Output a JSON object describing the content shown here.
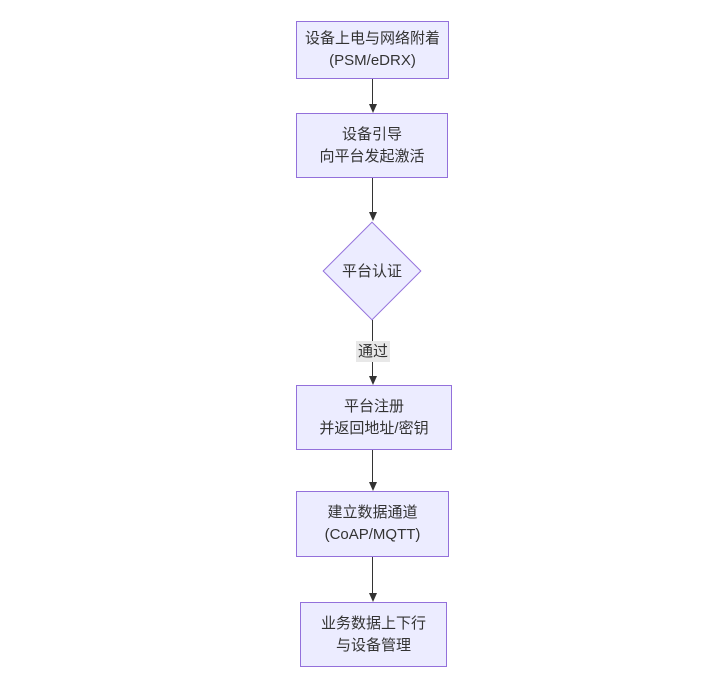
{
  "diagram": {
    "type": "flowchart",
    "direction": "top-down",
    "nodes": [
      {
        "shape": "rect",
        "lines": [
          "设备上电与网络附着",
          "(PSM/eDRX)"
        ]
      },
      {
        "shape": "rect",
        "lines": [
          "设备引导",
          "向平台发起激活"
        ]
      },
      {
        "shape": "diamond",
        "label": "平台认证"
      },
      {
        "shape": "rect",
        "lines": [
          "平台注册",
          "并返回地址/密钥"
        ]
      },
      {
        "shape": "rect",
        "lines": [
          "建立数据通道",
          "(CoAP/MQTT)"
        ]
      },
      {
        "shape": "rect",
        "lines": [
          "业务数据上下行",
          "与设备管理"
        ]
      }
    ],
    "edges": [
      {
        "from": 0,
        "to": 1,
        "label": ""
      },
      {
        "from": 1,
        "to": 2,
        "label": ""
      },
      {
        "from": 2,
        "to": 3,
        "label": "通过"
      },
      {
        "from": 3,
        "to": 4,
        "label": ""
      },
      {
        "from": 4,
        "to": 5,
        "label": ""
      }
    ],
    "colors": {
      "node_fill": "#ECECFF",
      "node_border": "#9370DB",
      "line": "#333333",
      "edge_label_bg": "#e8e8e8",
      "text": "#333333",
      "background": "#ffffff"
    }
  }
}
